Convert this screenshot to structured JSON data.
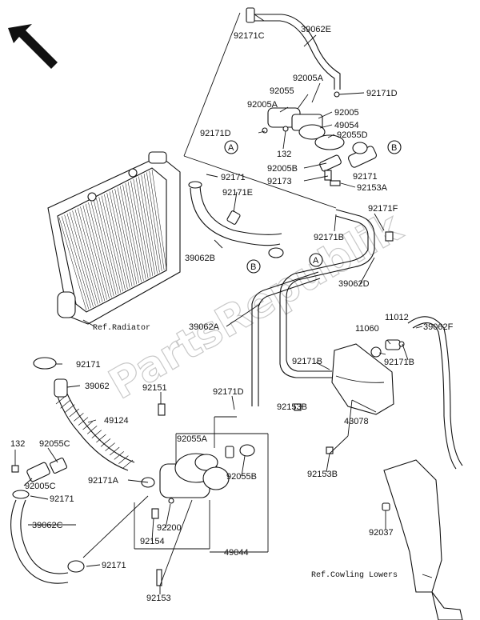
{
  "watermark": "PartsRepublik",
  "direction_icon": "arrow-up-left-icon",
  "callouts": {
    "p92171C": "92171C",
    "p39062E": "39062E",
    "p92005A_1": "92005A",
    "p92055_top": "92055",
    "p92171D_1": "92171D",
    "p92005A_2": "92005A",
    "p92005": "92005",
    "p49054": "49054",
    "p92171D_2": "92171D",
    "p92055D": "92055D",
    "p132_top": "132",
    "p92005B": "92005B",
    "p92171_top": "92171",
    "p92173": "92173",
    "p92153A": "92153A",
    "p92171_mid": "92171",
    "p92171E": "92171E",
    "p92171F": "92171F",
    "p39062B": "39062B",
    "p92171B_1": "92171B",
    "p39062D": "39062D",
    "p39062A": "39062A",
    "p11012": "11012",
    "p39062F": "39062F",
    "p11060": "11060",
    "p92171_left": "92171",
    "p92171B_2": "92171B",
    "p92171B_3": "92171B",
    "p39062": "39062",
    "p92151": "92151",
    "p92171D_3": "92171D",
    "p49124": "49124",
    "p92153B_1": "92153B",
    "p43078": "43078",
    "p92055A": "92055A",
    "p132_low": "132",
    "p92055C": "92055C",
    "p92005C": "92005C",
    "p92171A": "92171A",
    "p92055B": "92055B",
    "p92153B_2": "92153B",
    "p92171_low": "92171",
    "p39062C": "39062C",
    "p92200": "92200",
    "p92154": "92154",
    "p49044": "49044",
    "p92037": "92037",
    "p92171_bottom": "92171",
    "p92153": "92153"
  },
  "references": {
    "radiator": "Ref.Radiator",
    "cowling": "Ref.Cowling Lowers"
  },
  "markers": {
    "a_top": "A",
    "b_top": "B",
    "b_mid": "B",
    "a_mid": "A"
  }
}
